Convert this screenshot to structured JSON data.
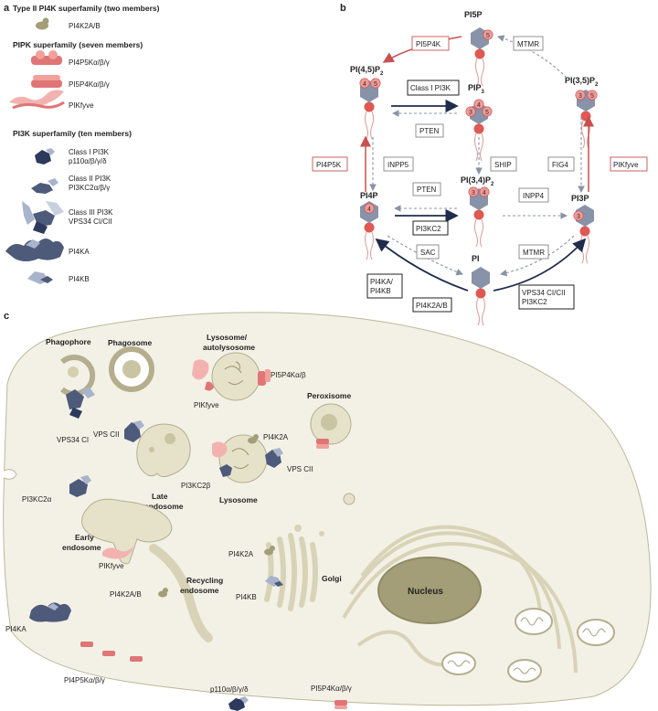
{
  "panels": {
    "a": "a",
    "b": "b",
    "c": "c"
  },
  "legend": {
    "type2_header": "Type II PI4K superfamily (two members)",
    "type2_items": [
      "PI4K2A/B"
    ],
    "pipk_header": "PIPK superfamily (seven members)",
    "pipk_items": [
      "PI4P5Kα/β/γ",
      "PI5P4Kα/β/γ",
      "PIKfyve"
    ],
    "pi3k_header": "PI3K superfamily (ten members)",
    "pi3k_items": [
      {
        "line1": "Class I PI3K",
        "line2": "p110α/β/γ/δ"
      },
      {
        "line1": "Class II PI3K",
        "line2": "PI3KC2α/β/γ"
      },
      {
        "line1": "Class III PI3K",
        "line2": "VPS34 CI/CII"
      },
      {
        "line1": "PI4KA",
        "line2": ""
      },
      {
        "line1": "PI4KB",
        "line2": ""
      }
    ]
  },
  "pathway": {
    "lipids": {
      "pi5p": "PI5P",
      "pi45p2": "PI(4,5)P",
      "pip3": "PIP",
      "pi35p2": "PI(3,5)P",
      "pi4p": "PI4P",
      "pi34p2": "PI(3,4)P",
      "pi3p": "PI3P",
      "pi": "PI",
      "sub2": "2",
      "sub3": "3"
    },
    "heads": {
      "four": "4",
      "five": "5",
      "three": "3"
    },
    "enzymes": {
      "pi5p4k": "PI5P4K",
      "mtmr_top": "MTMR",
      "class1": "Class I PI3K",
      "pten_top": "PTEN",
      "pi4p5k": "PI4P5K",
      "inpp5": "INPP5",
      "ship": "SHIP",
      "fig4": "FIG4",
      "pikfyve": "PIKfyve",
      "pten_mid": "PTEN",
      "pi3kc2": "PI3KC2",
      "inpp4": "INPP4",
      "sac": "SAC",
      "mtmr_bot": "MTMR",
      "pi4ka_l1": "PI4KA/",
      "pi4ka_l2": "PI4KB",
      "pi4k2ab": "PI4K2A/B",
      "vps_l1": "VPS34 CI/CII",
      "vps_l2": "PI3KC2"
    }
  },
  "cell": {
    "organelles": {
      "phagophore": "Phagophore",
      "phagosome": "Phagosome",
      "lysosome_auto_l1": "Lysosome/",
      "lysosome_auto_l2": "autolysosome",
      "peroxisome": "Peroxisome",
      "late_endosome_l1": "Late",
      "late_endosome_l2": "endosome",
      "lysosome": "Lysosome",
      "early_endosome_l1": "Early",
      "early_endosome_l2": "endosome",
      "recycling_l1": "Recycling",
      "recycling_l2": "endosome",
      "golgi": "Golgi",
      "nucleus": "Nucleus"
    },
    "enzymes": {
      "vps34ci": "VPS34 CI",
      "pi5p4kab": "PI5P4Kα/β",
      "pikfyve_lys": "PIKfyve",
      "vpscii_late": "VPS CII",
      "pi4k2a_lys": "PI4K2A",
      "vpscii_lys": "VPS CII",
      "pi3kc2b": "PI3KC2β",
      "pi3kc2a": "PI3KC2α",
      "pikfyve_early": "PIKfyve",
      "pi4k2ab_rec": "PI4K2A/B",
      "pi4k2a_golgi": "PI4K2A",
      "pi4kb_golgi": "PI4KB",
      "pi4ka_pm": "PI4KA",
      "pi4p5k_pm": "PI4P5Kα/β/γ",
      "p110": "p110α/β/γ/δ",
      "pi5p4k_pm": "PI5P4Kα/β/γ"
    }
  },
  "colors": {
    "navy": "#1f2c4c",
    "pi3k_blue": "#4d5a7a",
    "pi3k_light": "#a9b3cb",
    "pipk_red": "#e07575",
    "pipk_pink": "#f2b3b0",
    "type2_olive": "#a39e77",
    "lipid_head": "#8892a8",
    "phosphate": "#f09a96",
    "glycerol": "#e05852",
    "membrane": "#f3f1e6"
  }
}
